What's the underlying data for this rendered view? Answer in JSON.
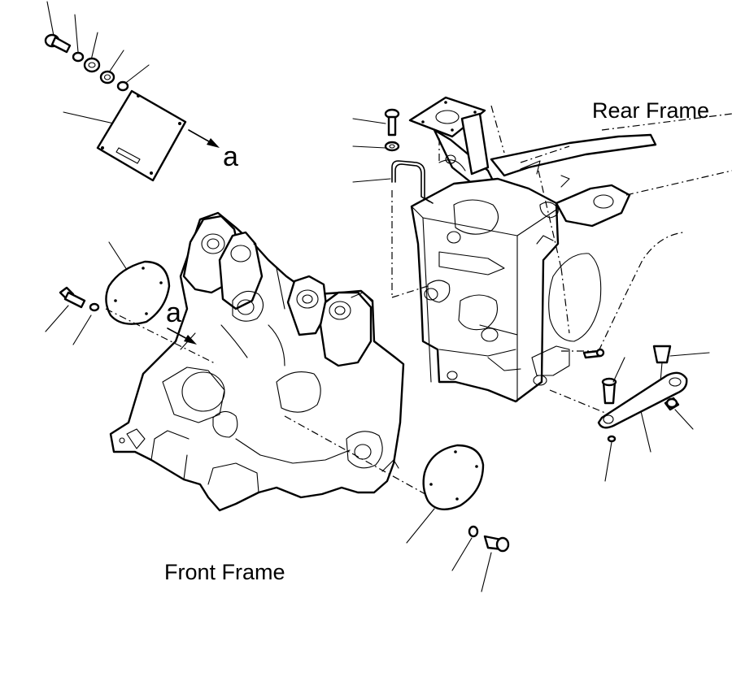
{
  "labels": {
    "rear_frame": "Rear Frame",
    "front_frame": "Front Frame",
    "ref_a_top": "a",
    "ref_a_mid": "a"
  },
  "colors": {
    "ink": "#000000",
    "paper": "#ffffff"
  }
}
